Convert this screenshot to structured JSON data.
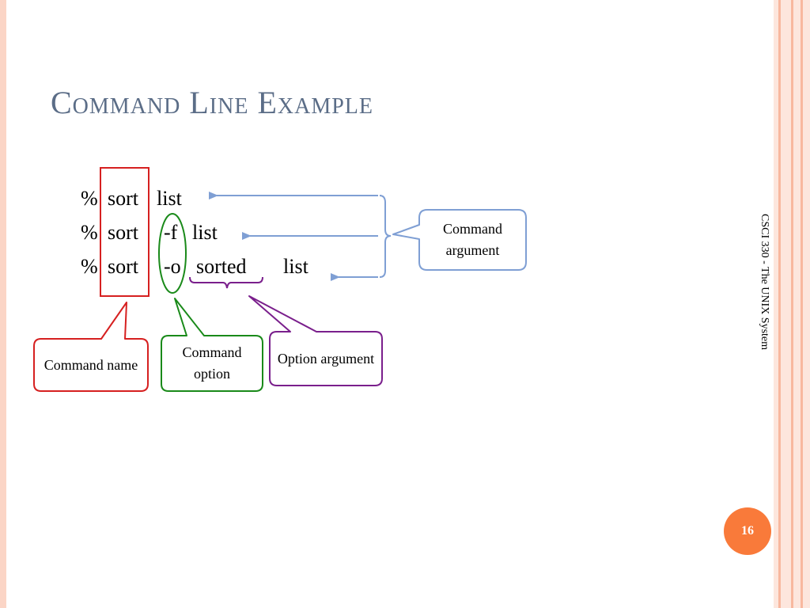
{
  "title": "Command Line Example",
  "commands": [
    {
      "parts": [
        "%",
        "sort",
        "list"
      ]
    },
    {
      "parts": [
        "%",
        "sort",
        "-f",
        "list"
      ]
    },
    {
      "parts": [
        "%",
        "sort",
        "-o",
        "sorted",
        "list"
      ]
    }
  ],
  "callouts": {
    "command_name": "Command name",
    "command_option": "Command option",
    "option_argument": "Option argument",
    "command_argument": "Command argument"
  },
  "colors": {
    "command_name": "#d62020",
    "command_option": "#1a8a1a",
    "option_argument": "#7a1f8c",
    "command_argument": "#7f9fd4"
  },
  "footer": {
    "course": "CSCI 330 - The UNIX System",
    "page_number": "16"
  }
}
